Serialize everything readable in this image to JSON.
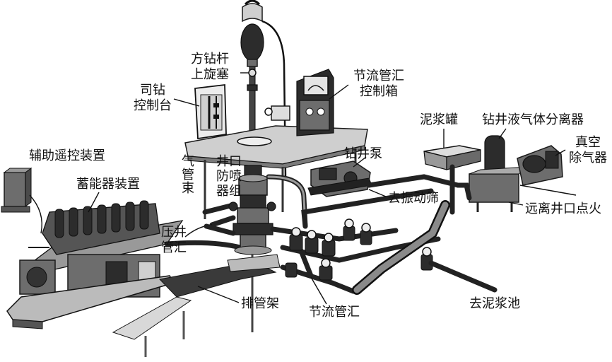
{
  "diagram": {
    "labels": {
      "kelly_cock": [
        "方钻杆",
        "上旋塞"
      ],
      "driller_console": [
        "司钻",
        "控制台"
      ],
      "choke_control_box": [
        "节流管汇",
        "控制箱"
      ],
      "mud_tank": "泥浆罐",
      "separator": "钻井液气体分离器",
      "vacuum_degasser": [
        "真空",
        "除气器"
      ],
      "remote_panel": "辅助遥控装置",
      "accumulator": "蓄能器装置",
      "gas_line": "气管束",
      "bop_stack": [
        "井口",
        "防喷",
        "器组"
      ],
      "mud_pump": "钻井泵",
      "to_shaker": "去振动筛",
      "remote_ignition": "远离井口点火",
      "kill_manifold": [
        "压井",
        "管汇"
      ],
      "pipe_rack": "排管架",
      "choke_manifold": "节流管汇",
      "to_mud_pit": "去泥浆池"
    },
    "icons": [
      "swivel-icon",
      "kelly-icon",
      "drill-floor-icon",
      "driller-console-icon",
      "choke-control-box-icon",
      "remote-panel-icon",
      "accumulator-unit-icon",
      "bop-stack-icon",
      "mud-pump-icon",
      "mud-tank-icon",
      "gas-separator-icon",
      "vacuum-degasser-icon",
      "pipe-rack-icon",
      "choke-manifold-icon"
    ],
    "colors": {
      "ink": "#111111",
      "equipment": "#6d6d6d",
      "equipment_dark": "#2c2c2c",
      "paper": "#ffffff"
    }
  }
}
